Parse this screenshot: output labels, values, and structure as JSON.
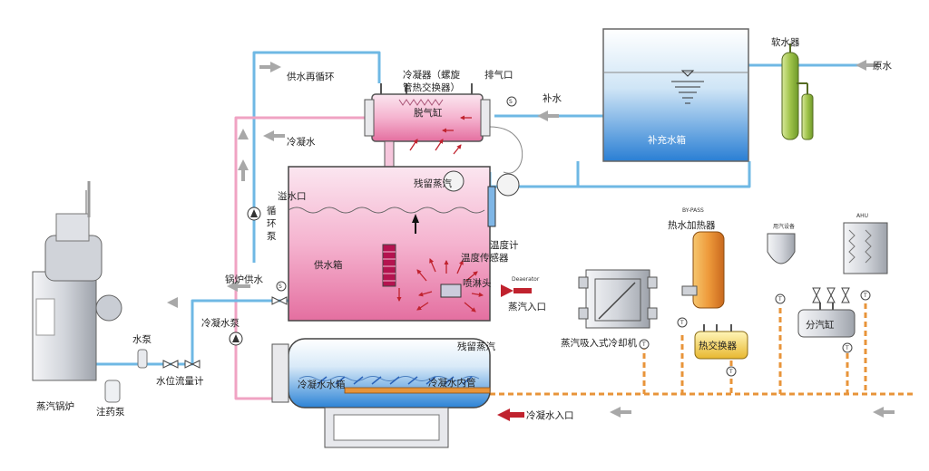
{
  "labels": {
    "supply_recirculation": "供水再循环",
    "condenser_line1": "冷凝器（螺旋",
    "condenser_line2": "管热交换器）",
    "vent_outlet": "排气口",
    "deaerator_cylinder": "脱气缸",
    "makeup_water": "补水",
    "softener": "软水器",
    "raw_water": "原水",
    "makeup_tank": "补充水箱",
    "condensate": "冷凝水",
    "residual_steam": "残留蒸汽",
    "overflow": "溢水口",
    "circulation_pump": "循环泵",
    "temperature_gauge": "温度计",
    "temperature_sensor": "温度传感器",
    "supply_tank": "供水箱",
    "spray_head": "喷淋头",
    "deaerator_tag": "Deaerator",
    "steam_inlet": "蒸汽入口",
    "boiler_feed": "锅炉供水",
    "condensate_pump": "冷凝水泵",
    "residual_steam_2": "残留蒸汽",
    "water_pump": "水泵",
    "level_meter": "水位流量计",
    "steam_boiler": "蒸汽锅炉",
    "dosing_pump": "注药泵",
    "condensate_tank": "冷凝水水箱",
    "condensate_inner_pipe": "冷凝水内管",
    "condensate_inlet": "冷凝水入口",
    "hot_water_heater": "热水加热器",
    "bypass_tag": "BY-PASS",
    "ahu_tag": "AHU",
    "unit_tag": "用汽设备",
    "absorption_chiller": "蒸汽吸入式冷却机",
    "heat_exchanger": "热交换器",
    "steam_header": "分汽缸",
    "valve_c1": "S",
    "valve_c2": "S",
    "trap_t": "T"
  },
  "colors": {
    "pipe_blue": "#6fb8e4",
    "pipe_pink": "#f0a3c3",
    "tank_pink": "#f4a6c6",
    "water_blue": "#2f8fdd",
    "condensate_orange": "#e8943a",
    "arrow_gray": "#a8a8a8",
    "arrow_red": "#c0222e",
    "equipment_gray": "#d9dbe0"
  }
}
